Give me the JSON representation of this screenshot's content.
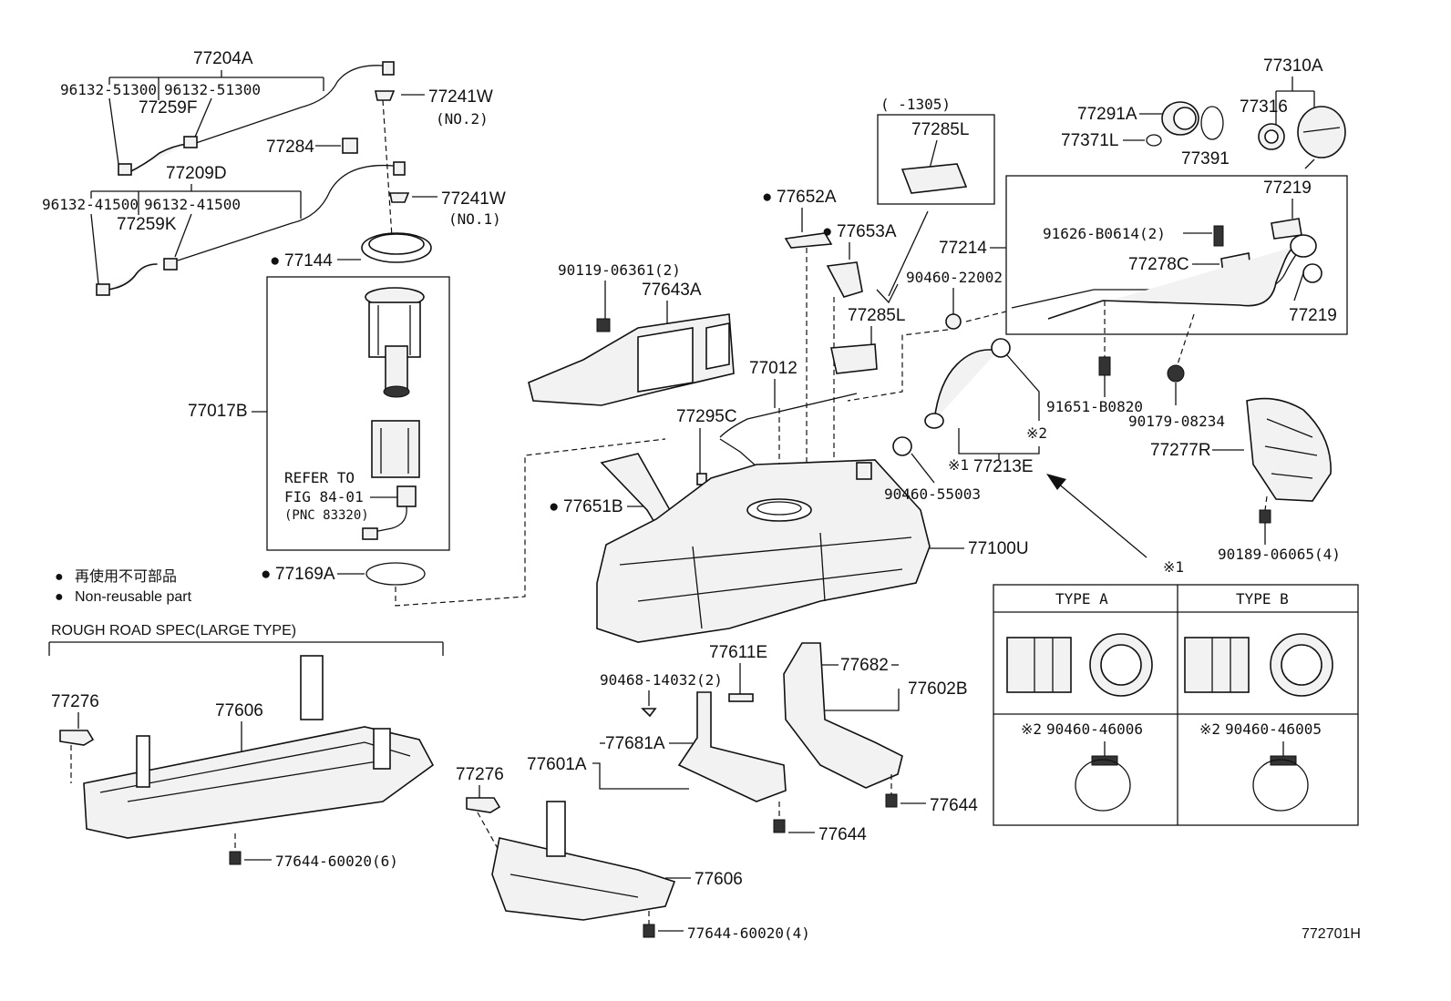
{
  "labels": {
    "p77204A": "77204A",
    "p96132_51300_a": "96132-51300",
    "p96132_51300_b": "96132-51300",
    "p77259F": "77259F",
    "p77241W_2": "77241W",
    "no2": "(NO.2)",
    "p77284": "77284",
    "p77209D": "77209D",
    "p96132_41500_a": "96132-41500",
    "p96132_41500_b": "96132-41500",
    "p77259K": "77259K",
    "p77241W_1": "77241W",
    "no1": "(NO.1)",
    "p77144": "77144",
    "p77017B": "77017B",
    "refer1": "REFER TO",
    "refer2": "FIG 84-01",
    "refer3": "(PNC 83320)",
    "p77169A": "77169A",
    "legend_jp": "再使用不可部品",
    "legend_en": "Non-reusable part",
    "rough_road": "ROUGH ROAD SPEC(LARGE TYPE)",
    "p77276_a": "77276",
    "p77606_a": "77606",
    "p77644_60020_6": "77644-60020(6)",
    "p77276_b": "77276",
    "p77606_b": "77606",
    "p77644_60020_4": "77644-60020(4)",
    "p90119_06361": "90119-06361(2)",
    "p77643A": "77643A",
    "p77652A": "77652A",
    "p77653A": "77653A",
    "p77285L_box_range": "(     -1305)",
    "p77285L_box": "77285L",
    "p77285L": "77285L",
    "p77012": "77012",
    "p77295C": "77295C",
    "p77651B": "77651B",
    "p77100U": "77100U",
    "p90460_22002": "90460-22002",
    "p90460_55003": "90460-55003",
    "p77213E": "77213E",
    "mark1_77213E": "※1",
    "mark2": "※2",
    "p77611E": "77611E",
    "p90468_14032": "90468-14032(2)",
    "p77682": "77682",
    "p77602B": "77602B",
    "p77681A": "77681A",
    "p77601A": "77601A",
    "p77644_c": "77644",
    "p77644_d": "77644",
    "p77310A": "77310A",
    "p77291A": "77291A",
    "p77316": "77316",
    "p77371L": "77371L",
    "p77391": "77391",
    "p77219_a": "77219",
    "p91626_B0614": "91626-B0614(2)",
    "p77214": "77214",
    "p77278C": "77278C",
    "p77219_b": "77219",
    "p91651_B0820": "91651-B0820",
    "p90179_08234": "90179-08234",
    "p77277R": "77277R",
    "p90189_06065": "90189-06065(4)",
    "mark1_top": "※1",
    "type_a": "TYPE  A",
    "type_b": "TYPE  B",
    "clamp_a_mark": "※2",
    "clamp_a": "90460-46006",
    "clamp_b_mark": "※2",
    "clamp_b": "90460-46005",
    "figure_id": "772701H"
  },
  "bullet_symbol": "●"
}
